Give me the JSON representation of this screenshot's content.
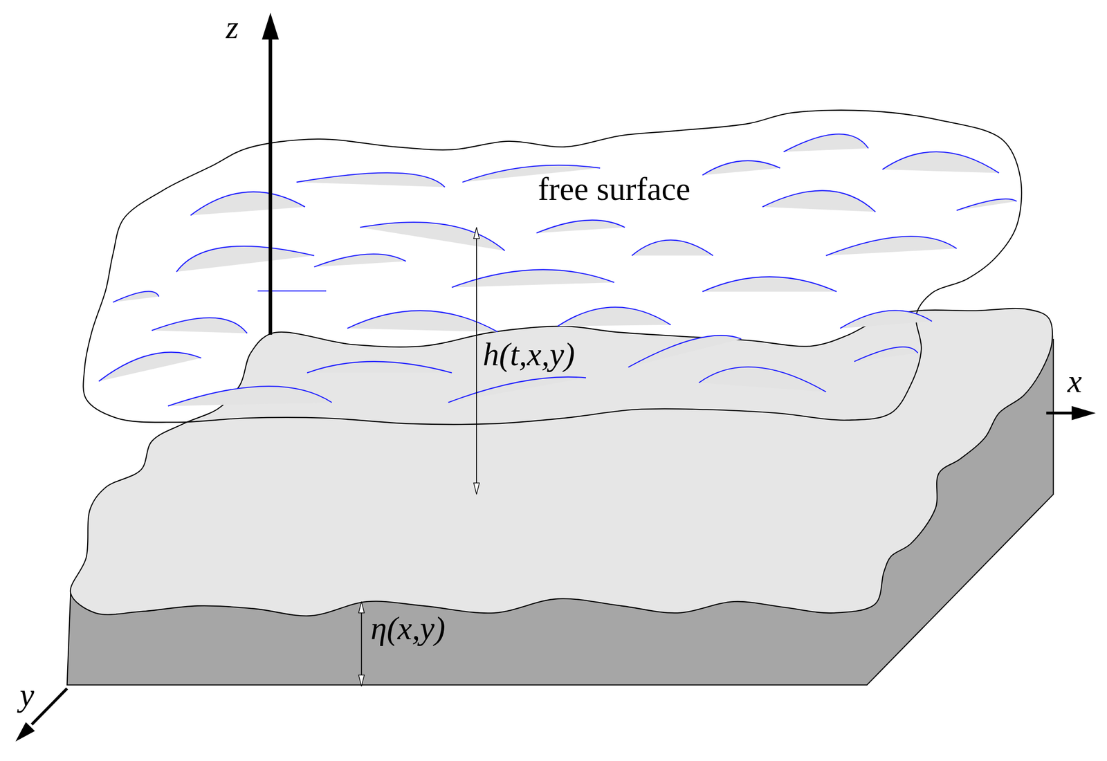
{
  "diagram": {
    "labels": [
      "z",
      "free surface",
      "h(t,x,y)",
      "x",
      "η(x,y)",
      "y"
    ]
  }
}
